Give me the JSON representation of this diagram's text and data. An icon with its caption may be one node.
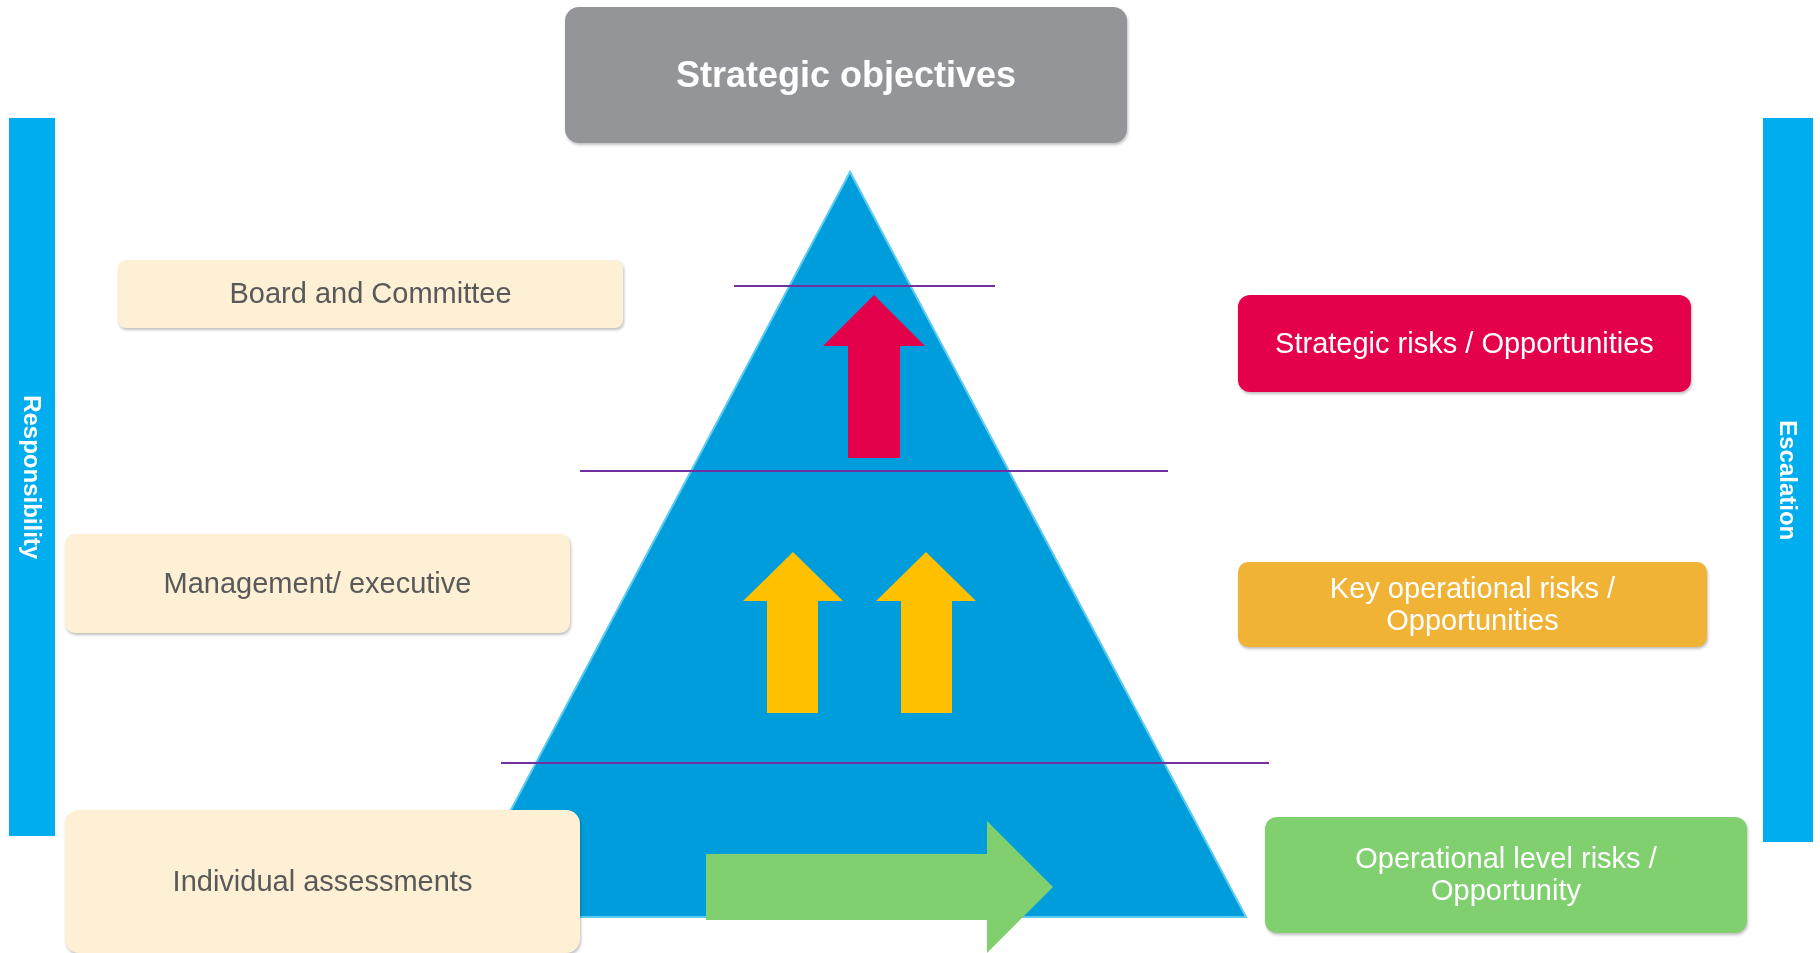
{
  "diagram": {
    "nodes": [
      {
        "text": [
          "Strategic objectives"
        ]
      },
      {
        "text": [
          "Responsibility"
        ]
      },
      {
        "text": [
          "Escalation"
        ]
      },
      {
        "text": [
          "Board and Committee"
        ]
      },
      {
        "text": [
          "Management/ executive"
        ]
      },
      {
        "text": [
          "Individual assessments"
        ]
      },
      {
        "text": [
          "Strategic risks / Opportunities"
        ]
      },
      {
        "text": [
          "Key operational risks / Opportunities"
        ]
      },
      {
        "text": [
          "Operational level risks / Opportunity"
        ]
      }
    ]
  }
}
